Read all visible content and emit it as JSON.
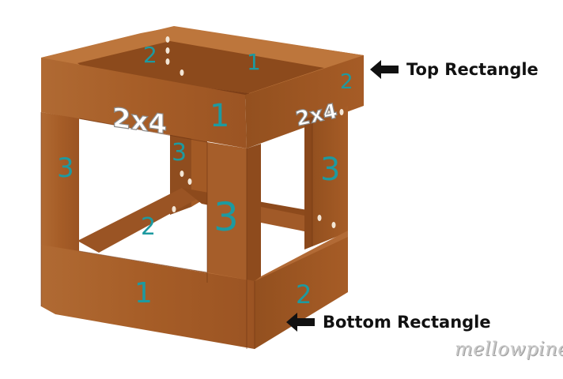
{
  "callouts": {
    "top": "Top Rectangle",
    "bottom": "Bottom Rectangle"
  },
  "board_size_labels": [
    "2x4",
    "2x4"
  ],
  "part_numbers": [
    "2",
    "1",
    "2",
    "1",
    "3",
    "3",
    "3",
    "3",
    "2",
    "1",
    "2"
  ],
  "watermark": "mellowpine",
  "colors": {
    "wood_light": "#b5682d",
    "wood_mid": "#a35a25",
    "wood_dark": "#7c3e17",
    "number_teal": "#1d9aa0",
    "arrow": "#111111"
  },
  "icons": [
    "arrow-left-icon",
    "arrow-left-icon"
  ]
}
